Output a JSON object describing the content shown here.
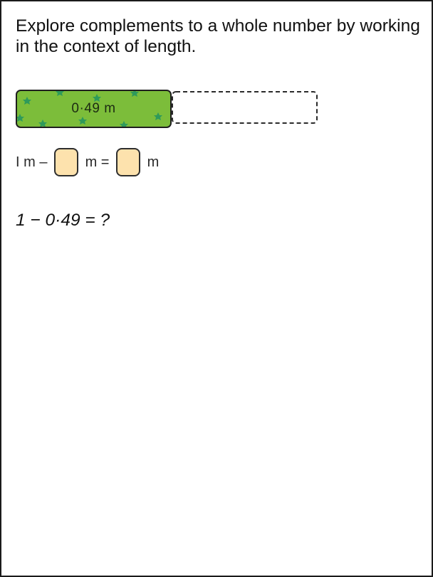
{
  "instructions": "Explore complements to a whole number by working in the context of length.",
  "bar": {
    "filled_label": "0·49 m",
    "filled_fraction": 0.49,
    "fill_color": "#7cbd3a",
    "star_color": "#2f9a5a"
  },
  "equation": {
    "start": "I m – ",
    "mid": " m = ",
    "end": " m",
    "box_color": "#fde2ad"
  },
  "question": "1 − 0·49 = ?"
}
